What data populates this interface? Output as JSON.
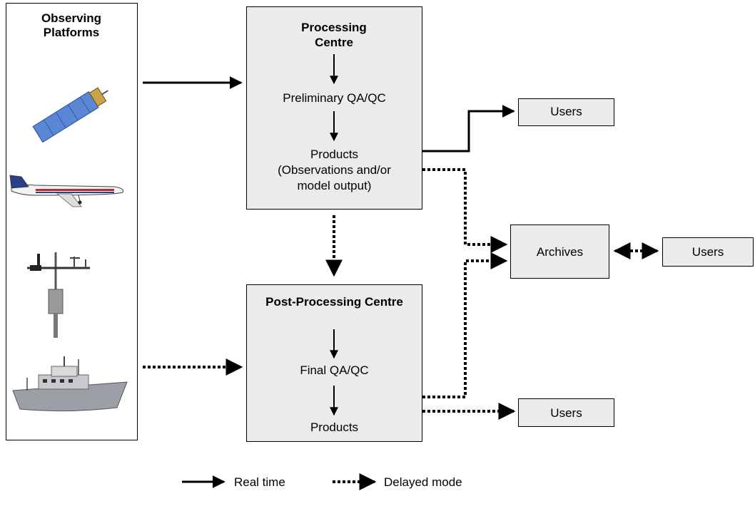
{
  "platforms": {
    "title": "Observing Platforms",
    "items": [
      "satellite-icon",
      "aircraft-icon",
      "weather-station-icon",
      "ship-icon"
    ]
  },
  "processing_centre": {
    "title": "Processing Centre",
    "step1": "Preliminary QA/QC",
    "step2_line1": "Products",
    "step2_line2": "(Observations and/or",
    "step2_line3": "model output)"
  },
  "post_processing_centre": {
    "title": "Post-Processing Centre",
    "step1": "Final QA/QC",
    "step2": "Products"
  },
  "archives": {
    "label": "Archives"
  },
  "users": {
    "top": "Users",
    "archive": "Users",
    "bottom": "Users"
  },
  "legend": {
    "real_time": "Real time",
    "delayed_mode": "Delayed mode"
  }
}
